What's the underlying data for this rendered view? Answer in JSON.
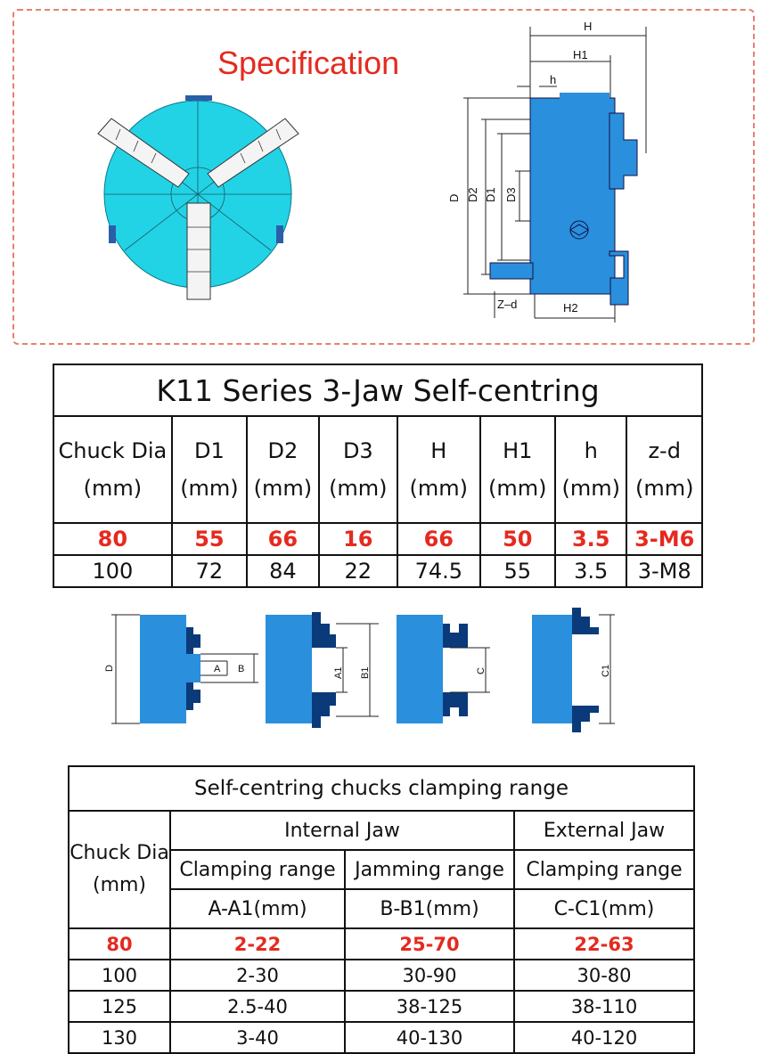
{
  "spec_title": "Specification",
  "drawing_labels": {
    "H": "H",
    "H1": "H1",
    "h": "h",
    "D": "D",
    "D2": "D2",
    "D1": "D1",
    "D3": "D3",
    "Z_d": "Z–d",
    "H2": "H2"
  },
  "jaw_labels": {
    "D": "D",
    "A": "A",
    "B": "B",
    "A1": "A1",
    "B1": "B1",
    "C": "C",
    "C1": "C1"
  },
  "table1": {
    "title": "K11 Series 3-Jaw Self-centring",
    "headers": [
      "Chuck Dia (mm)",
      "D1 (mm)",
      "D2 (mm)",
      "D3 (mm)",
      "H (mm)",
      "H1 (mm)",
      "h (mm)",
      "z-d (mm)"
    ],
    "rows": [
      [
        "80",
        "55",
        "66",
        "16",
        "66",
        "50",
        "3.5",
        "3-M6"
      ],
      [
        "100",
        "72",
        "84",
        "22",
        "74.5",
        "55",
        "3.5",
        "3-M8"
      ]
    ]
  },
  "table2": {
    "title": "Self-centring chucks clamping range",
    "chuck_header": "Chuck Dia (mm)",
    "internal_jaw": "Internal Jaw",
    "external_jaw": "External Jaw",
    "sub_headers": [
      "Clamping range",
      "Jamming range",
      "Clamping range"
    ],
    "units": [
      "A-A1(mm)",
      "B-B1(mm)",
      "C-C1(mm)"
    ],
    "rows": [
      [
        "80",
        "2-22",
        "25-70",
        "22-63"
      ],
      [
        "100",
        "2-30",
        "30-90",
        "30-80"
      ],
      [
        "125",
        "2.5-40",
        "38-125",
        "38-110"
      ],
      [
        "130",
        "3-40",
        "40-130",
        "40-120"
      ]
    ]
  },
  "colors": {
    "accent": "#e52a1f",
    "chuck_face": "#22d3e6",
    "chuck_side": "#2a8fdc",
    "jaw": "#0a3a7a"
  }
}
